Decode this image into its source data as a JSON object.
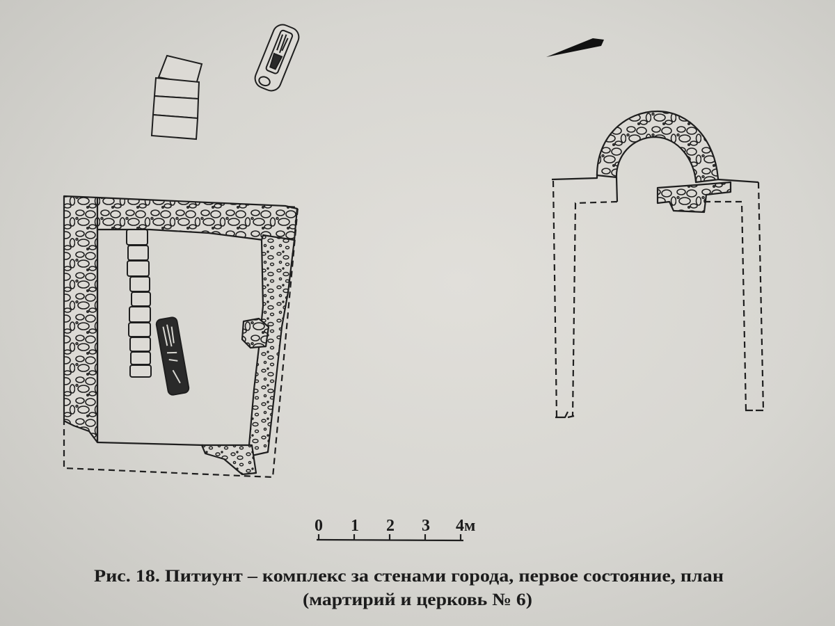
{
  "figure": {
    "caption_line1": "Рис. 18. Питиунт – комплекс за стенами города, первое состояние, план",
    "caption_line2": "(мартирий и церковь № 6)"
  },
  "scale_bar": {
    "labels": [
      "0",
      "1",
      "2",
      "3",
      "4м"
    ]
  },
  "colors": {
    "paper": "#d8d7d2",
    "ink": "#1e1e1e"
  }
}
